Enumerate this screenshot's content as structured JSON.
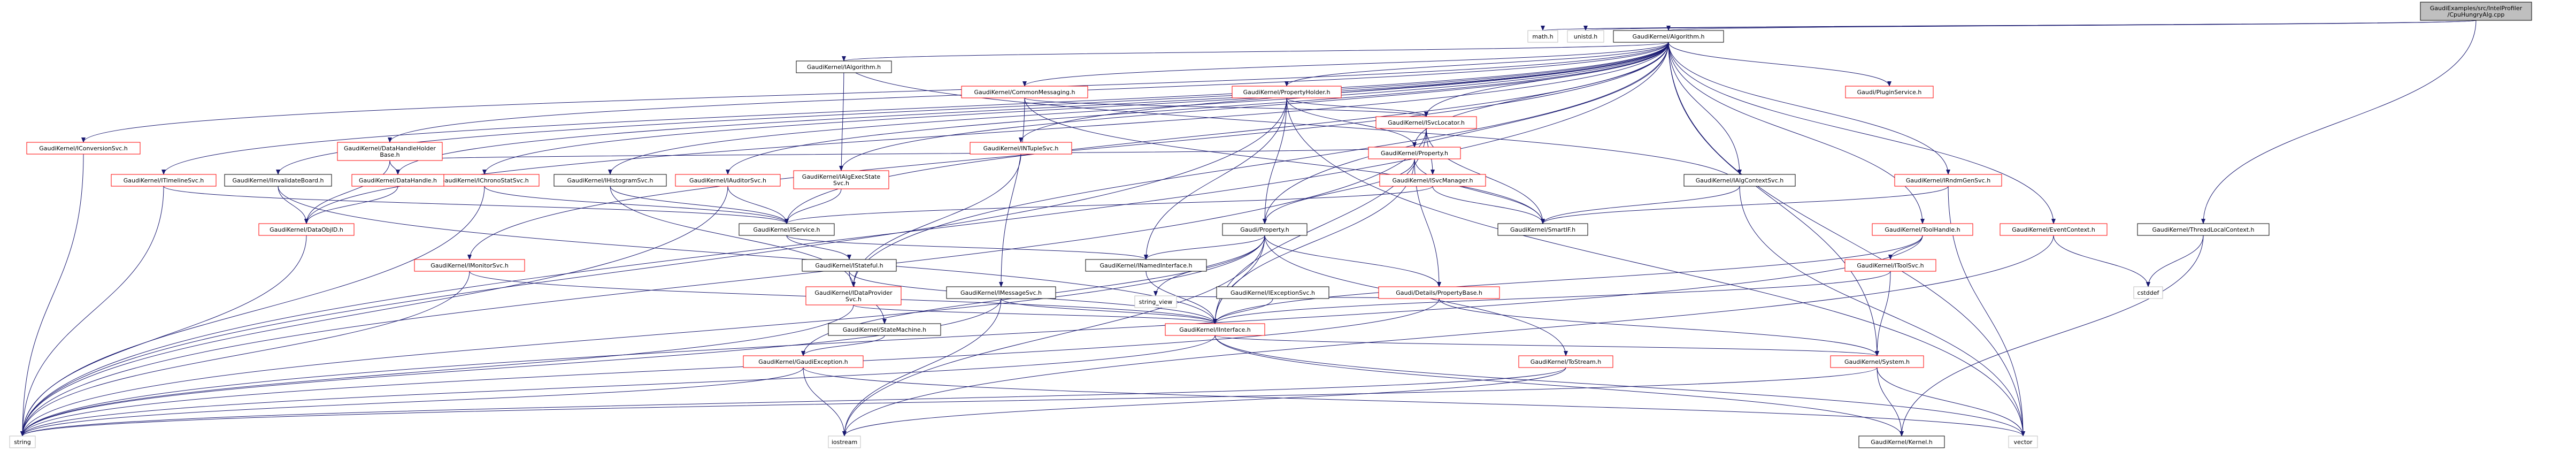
{
  "colors": {
    "root_fill": "#bfbfbf",
    "node_stroke": "#000000",
    "leaf_stroke": "#bfbfbf",
    "red_text": "#ff0000",
    "black_text": "#000000",
    "edge": "#191970"
  },
  "nodes": [
    {
      "id": "root",
      "label": [
        "GaudiExamples/src/IntelProfiler",
        "/CpuHungryAlg.cpp"
      ],
      "style": "root"
    },
    {
      "id": "math",
      "label": [
        "math.h"
      ],
      "style": "leaf"
    },
    {
      "id": "unistd",
      "label": [
        "unistd.h"
      ],
      "style": "leaf"
    },
    {
      "id": "algorithm",
      "label": [
        "GaudiKernel/Algorithm.h"
      ],
      "style": "normal"
    },
    {
      "id": "ialgorithm",
      "label": [
        "GaudiKernel/IAlgorithm.h"
      ],
      "style": "normal"
    },
    {
      "id": "threadlocal",
      "label": [
        "GaudiKernel/ThreadLocalContext.h"
      ],
      "style": "normal"
    },
    {
      "id": "iconversionsvc",
      "label": [
        "GaudiKernel/IConversionSvc.h"
      ],
      "style": "red"
    },
    {
      "id": "itimelinesvc",
      "label": [
        "GaudiKernel/ITimelineSvc.h"
      ],
      "style": "red"
    },
    {
      "id": "invalidate",
      "label": [
        "GaudiKernel/IInvalidateBoard.h"
      ],
      "style": "normal"
    },
    {
      "id": "datahandleholder",
      "label": [
        "GaudiKernel/DataHandleHolder",
        "Base.h"
      ],
      "style": "red"
    },
    {
      "id": "chronostatsvc",
      "label": [
        "GaudiKernel/IChronoStatSvc.h"
      ],
      "style": "red"
    },
    {
      "id": "ihistogramsvc",
      "label": [
        "GaudiKernel/IHistogramSvc.h"
      ],
      "style": "normal"
    },
    {
      "id": "iauditorsvc",
      "label": [
        "GaudiKernel/IAuditorSvc.h"
      ],
      "style": "red"
    },
    {
      "id": "ialgexecstate",
      "label": [
        "GaudiKernel/IAlgExecState",
        "Svc.h"
      ],
      "style": "red"
    },
    {
      "id": "commonmessaging",
      "label": [
        "GaudiKernel/CommonMessaging.h"
      ],
      "style": "red"
    },
    {
      "id": "intuplesvc",
      "label": [
        "GaudiKernel/INTupleSvc.h"
      ],
      "style": "red"
    },
    {
      "id": "propertyholder",
      "label": [
        "GaudiKernel/PropertyHolder.h"
      ],
      "style": "red"
    },
    {
      "id": "isvclocator",
      "label": [
        "GaudiKernel/ISvcLocator.h"
      ],
      "style": "red"
    },
    {
      "id": "pluginservice",
      "label": [
        "Gaudi/PluginService.h"
      ],
      "style": "red"
    },
    {
      "id": "ialgcontextsvc",
      "label": [
        "GaudiKernel/IAlgContextSvc.h"
      ],
      "style": "normal"
    },
    {
      "id": "irndmgensvc",
      "label": [
        "GaudiKernel/IRndmGenSvc.h"
      ],
      "style": "red"
    },
    {
      "id": "datahandle",
      "label": [
        "GaudiKernel/DataHandle.h"
      ],
      "style": "red"
    },
    {
      "id": "property",
      "label": [
        "GaudiKernel/Property.h"
      ],
      "style": "red"
    },
    {
      "id": "isvcmanager",
      "label": [
        "GaudiKernel/ISvcManager.h"
      ],
      "style": "red"
    },
    {
      "id": "iservice",
      "label": [
        "GaudiKernel/IService.h"
      ],
      "style": "normal"
    },
    {
      "id": "smartif",
      "label": [
        "GaudiKernel/SmartIF.h"
      ],
      "style": "normal"
    },
    {
      "id": "toolhandle",
      "label": [
        "GaudiKernel/ToolHandle.h"
      ],
      "style": "red"
    },
    {
      "id": "eventcontext",
      "label": [
        "GaudiKernel/EventContext.h"
      ],
      "style": "red"
    },
    {
      "id": "dataobjid",
      "label": [
        "GaudiKernel/DataObjID.h"
      ],
      "style": "red"
    },
    {
      "id": "imonitorsvc",
      "label": [
        "GaudiKernel/IMonitorSvc.h"
      ],
      "style": "red"
    },
    {
      "id": "istateful",
      "label": [
        "GaudiKernel/IStateful.h"
      ],
      "style": "normal"
    },
    {
      "id": "idataprovidersvc",
      "label": [
        "GaudiKernel/IDataProvider",
        "Svc.h"
      ],
      "style": "red"
    },
    {
      "id": "imessagesvc",
      "label": [
        "GaudiKernel/IMessageSvc.h"
      ],
      "style": "normal"
    },
    {
      "id": "gaudiproperty",
      "label": [
        "Gaudi/Property.h"
      ],
      "style": "normal"
    },
    {
      "id": "inamedinterface",
      "label": [
        "GaudiKernel/INamedInterface.h"
      ],
      "style": "normal"
    },
    {
      "id": "iexceptionsvc",
      "label": [
        "GaudiKernel/IExceptionSvc.h"
      ],
      "style": "normal"
    },
    {
      "id": "propertybase",
      "label": [
        "Gaudi/Details/PropertyBase.h"
      ],
      "style": "red"
    },
    {
      "id": "itoolsvc",
      "label": [
        "GaudiKernel/IToolSvc.h"
      ],
      "style": "red"
    },
    {
      "id": "cstddef",
      "label": [
        "cstddef"
      ],
      "style": "leaf"
    },
    {
      "id": "statemachine",
      "label": [
        "GaudiKernel/StateMachine.h"
      ],
      "style": "normal"
    },
    {
      "id": "iinterface",
      "label": [
        "GaudiKernel/IInterface.h"
      ],
      "style": "red"
    },
    {
      "id": "string_view",
      "label": [
        "string_view"
      ],
      "style": "leaf"
    },
    {
      "id": "gaudiexception",
      "label": [
        "GaudiKernel/GaudiException.h"
      ],
      "style": "red"
    },
    {
      "id": "taskstream",
      "label": [
        "GaudiKernel/ToStream.h"
      ],
      "style": "red"
    },
    {
      "id": "system",
      "label": [
        "GaudiKernel/System.h"
      ],
      "style": "red"
    },
    {
      "id": "string",
      "label": [
        "string"
      ],
      "style": "leaf"
    },
    {
      "id": "iostream",
      "label": [
        "iostream"
      ],
      "style": "leaf"
    },
    {
      "id": "vector",
      "label": [
        "vector"
      ],
      "style": "leaf"
    },
    {
      "id": "kernel",
      "label": [
        "GaudiKernel/Kernel.h"
      ],
      "style": "normal"
    }
  ]
}
